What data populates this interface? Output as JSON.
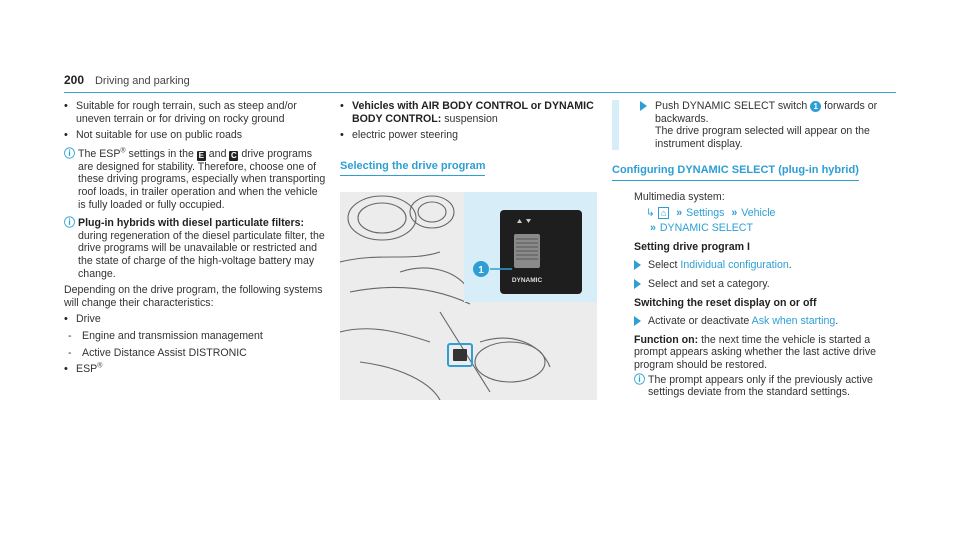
{
  "header": {
    "page_number": "200",
    "section": "Driving and parking"
  },
  "left": {
    "bullets_top": [
      "Suitable for rough terrain, such as steep and/or uneven terrain or for driving on rocky ground",
      "Not suitable for use on public roads"
    ],
    "note1_pre": "The ESP",
    "note1_sup": "®",
    "note1_mid1": " settings in the ",
    "key_e": "E",
    "note1_mid2": " and ",
    "key_c": "C",
    "note1_post": " drive programs are designed for stability. Therefore, choose one of these driving programs, especially when transporting roof loads, in trailer operation and when the vehicle is fully loaded or fully occupied.",
    "note2_bold": "Plug-in hybrids with diesel particulate filters:",
    "note2_text": "during regeneration of the diesel particulate filter, the drive programs will be unavailable or restricted and the state of charge of the high-voltage battery may change.",
    "para": "Depending on the drive program, the following systems will change their characteristics:",
    "drive": "Drive",
    "drive_subs": [
      "Engine and transmission management",
      "Active Distance Assist DISTRONIC"
    ],
    "esp": "ESP",
    "esp_sup": "®"
  },
  "middle": {
    "bullet1_bold": "Vehicles with AIR BODY CONTROL or DYNAMIC BODY CONTROL:",
    "bullet1_text": " suspension",
    "bullet2": "electric power steering",
    "section_title": "Selecting the drive program",
    "figure": {
      "callout": "1",
      "switch_label": "DYNAMIC"
    }
  },
  "right": {
    "step1_pre": "Push DYNAMIC SELECT switch ",
    "step1_num": "1",
    "step1_post": " forwards or backwards.",
    "step1_line2": "The drive program selected will appear on the instrument display.",
    "section_title": "Configuring DYNAMIC SELECT (plug-in hybrid)",
    "multimedia": "Multimedia system:",
    "path": {
      "settings": "Settings",
      "vehicle": "Vehicle",
      "dynamic_select": "DYNAMIC SELECT"
    },
    "sub1": "Setting drive program I",
    "step2_pre": "Select ",
    "step2_link": "Individual configuration",
    "step2_post": ".",
    "step3": "Select and set a category.",
    "sub2": "Switching the reset display on or off",
    "step4_pre": "Activate or deactivate ",
    "step4_link": "Ask when starting",
    "step4_post": ".",
    "fn_bold": "Function on:",
    "fn_text": " the next time the vehicle is started a prompt appears asking whether the last active drive program should be restored.",
    "note": "The prompt appears only if the previously active settings deviate from the standard settings."
  },
  "colors": {
    "accent": "#2d9fd4",
    "rule": "#3aa6cf"
  },
  "icons": [
    "info-icon",
    "home-icon",
    "step-arrow-icon",
    "chevron-icon"
  ]
}
